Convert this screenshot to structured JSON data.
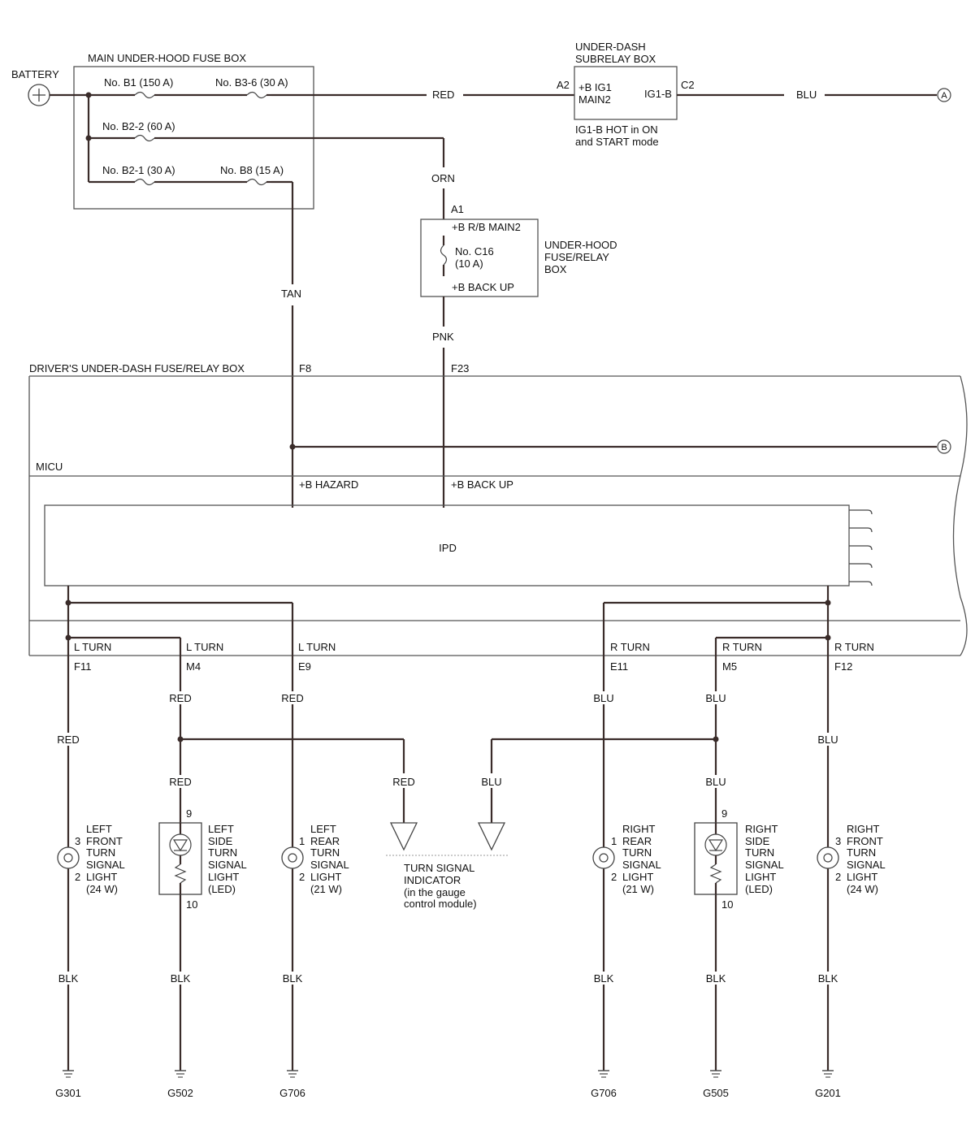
{
  "power": {
    "battery": "BATTERY",
    "main_fuse_box": "MAIN UNDER-HOOD FUSE BOX",
    "fuse_b1": "No. B1 (150 A)",
    "fuse_b36": "No. B3-6 (30 A)",
    "fuse_b22": "No. B2-2 (60 A)",
    "fuse_b21": "No. B2-1 (30 A)",
    "fuse_b8": "No. B8 (15 A)"
  },
  "subrelay": {
    "title1": "UNDER-DASH",
    "title2": "SUBRELAY BOX",
    "pin_in": "A2",
    "pin_out": "C2",
    "label_in1": "+B IG1",
    "label_in2": "MAIN2",
    "label_out": "IG1-B",
    "note1": "IG1-B HOT in ON",
    "note2": "and START mode"
  },
  "underhood_relay": {
    "pin": "A1",
    "top_label": "+B R/B MAIN2",
    "fuse1": "No. C16",
    "fuse2": "(10 A)",
    "bottom_label": "+B BACK UP",
    "title1": "UNDER-HOOD",
    "title2": "FUSE/RELAY",
    "title3": "BOX"
  },
  "wires": {
    "red": "RED",
    "blu": "BLU",
    "orn": "ORN",
    "tan": "TAN",
    "pnk": "PNK",
    "blk": "BLK"
  },
  "connectors": {
    "a": "A",
    "b": "B"
  },
  "driver_box": {
    "title": "DRIVER'S UNDER-DASH FUSE/RELAY BOX",
    "pin_f8": "F8",
    "pin_f23": "F23",
    "micu": "MICU",
    "hazard": "+B HAZARD",
    "backup": "+B BACK UP",
    "ipd": "IPD"
  },
  "outputs": [
    {
      "label": "L TURN",
      "pin": "F11"
    },
    {
      "label": "L TURN",
      "pin": "M4"
    },
    {
      "label": "L TURN",
      "pin": "E9"
    },
    {
      "label": "R TURN",
      "pin": "E11"
    },
    {
      "label": "R TURN",
      "pin": "M5"
    },
    {
      "label": "R TURN",
      "pin": "F12"
    }
  ],
  "lights": [
    {
      "pins": [
        "3",
        "2"
      ],
      "lines": [
        "LEFT",
        "FRONT",
        "TURN",
        "SIGNAL",
        "LIGHT",
        "(24 W)"
      ]
    },
    {
      "pins": [
        "9",
        "10"
      ],
      "lines": [
        "LEFT",
        "SIDE",
        "TURN",
        "SIGNAL",
        "LIGHT",
        "(LED)"
      ]
    },
    {
      "pins": [
        "1",
        "2"
      ],
      "lines": [
        "LEFT",
        "REAR",
        "TURN",
        "SIGNAL",
        "LIGHT",
        "(21 W)"
      ]
    },
    {
      "pins": [
        "1",
        "2"
      ],
      "lines": [
        "RIGHT",
        "REAR",
        "TURN",
        "SIGNAL",
        "LIGHT",
        "(21 W)"
      ]
    },
    {
      "pins": [
        "9",
        "10"
      ],
      "lines": [
        "RIGHT",
        "SIDE",
        "TURN",
        "SIGNAL",
        "LIGHT",
        "(LED)"
      ]
    },
    {
      "pins": [
        "3",
        "2"
      ],
      "lines": [
        "RIGHT",
        "FRONT",
        "TURN",
        "SIGNAL",
        "LIGHT",
        "(24 W)"
      ]
    }
  ],
  "indicator": [
    "TURN SIGNAL",
    "INDICATOR",
    "(in the gauge",
    "control module)"
  ],
  "grounds": [
    "G301",
    "G502",
    "G706",
    "G706",
    "G505",
    "G201"
  ]
}
